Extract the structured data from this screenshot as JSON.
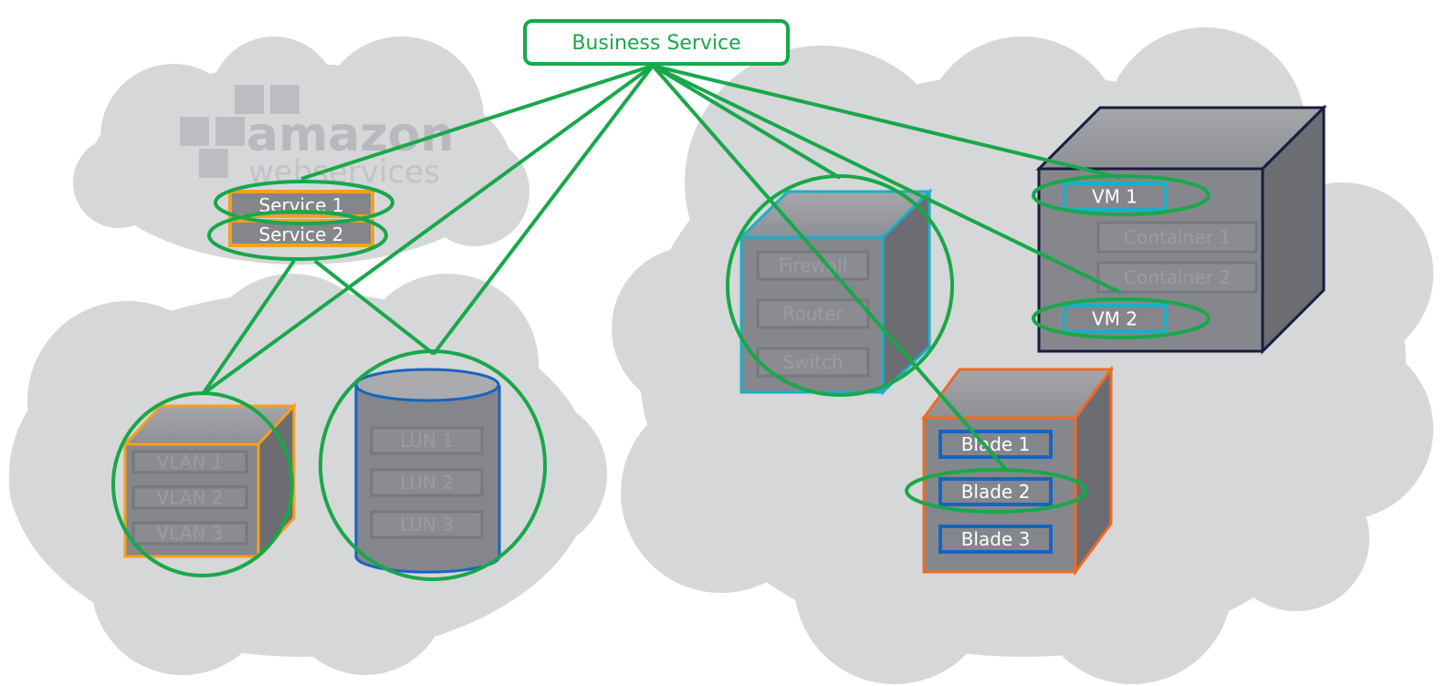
{
  "title": "Business Service",
  "aws_logo": {
    "line1": "amazon",
    "line2": "webservices"
  },
  "aws_services": [
    "Service 1",
    "Service 2"
  ],
  "vlans": [
    "VLAN 1",
    "VLAN 2",
    "VLAN 3"
  ],
  "luns": [
    "LUN 1",
    "LUN 2",
    "LUN 3"
  ],
  "network": [
    "Firewall",
    "Router",
    "Switch"
  ],
  "vms": [
    "VM 1",
    "VM 2"
  ],
  "containers": [
    "Container 1",
    "Container 2"
  ],
  "blades": [
    "Blade 1",
    "Blade 2",
    "Blade 3"
  ],
  "colors": {
    "link": "#18a84a",
    "aws": "#f5a01e",
    "lun": "#1565c0",
    "network": "#1aafc8",
    "vm_host": "#1a1c40",
    "blade_chassis": "#f06a24",
    "blade": "#1565c0",
    "cloud": "#d6d7d9"
  }
}
